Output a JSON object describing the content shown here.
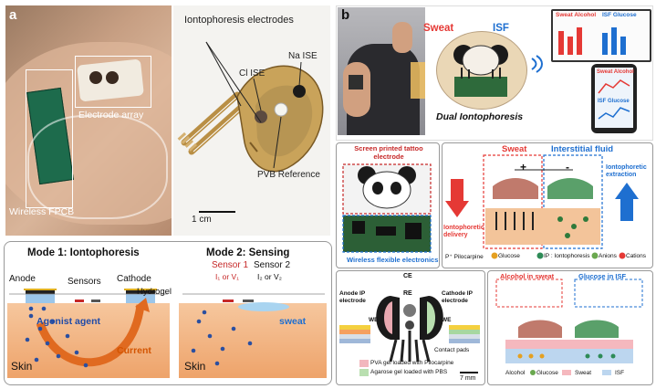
{
  "panel_a": {
    "letter": "a",
    "photo_labels": {
      "electrode_array": "Electrode array",
      "wireless_fpcb": "Wireless FPCB"
    },
    "electrodes": {
      "title": "Iontophoresis electrodes",
      "na_ise": "Na ISE",
      "cl_ise": "Cl ISE",
      "pvb_reference": "PVB Reference",
      "scale": "1 cm"
    },
    "modes": {
      "mode1_title": "Mode 1: Iontophoresis",
      "anode": "Anode",
      "sensors": "Sensors",
      "cathode": "Cathode",
      "hydrogel": "Hydrogel",
      "agonist": "Agonist agent",
      "current": "Current",
      "skin1": "Skin",
      "mode2_title": "Mode 2: Sensing",
      "sensor1": "Sensor 1",
      "sensor1_sub": "I₁ or V₁",
      "sensor2": "Sensor 2",
      "sensor2_sub": "I₂ or V₂",
      "sweat": "sweat",
      "skin2": "Skin"
    }
  },
  "panel_b": {
    "letter": "b",
    "top": {
      "sweat": "Sweat",
      "isf": "ISF",
      "dual": "Dual Iontophoresis",
      "chart1_left": "Sweat Alcohol",
      "chart1_right": "ISF Glucose",
      "phone_alcohol": "Sweat Alcohol",
      "phone_glucose": "ISF Glucose"
    },
    "tattoo": {
      "title": "Screen printed tattoo electrode",
      "bottom": "Wireless flexible electronics"
    },
    "fluids": {
      "sweat": "Sweat",
      "isf": "Interstitial fluid",
      "plus": "+",
      "minus": "-",
      "delivery": "Iontophoretic delivery",
      "extraction": "Iontophoretic extraction",
      "legend_p": "P⁺ Pilocarpine",
      "legend_g": "Glucose",
      "legend_ip": "IP : Iontophoresis",
      "legend_anion": "Anions",
      "legend_cation": "Cations"
    },
    "layout": {
      "ce": "CE",
      "re": "RE",
      "we_left": "WE",
      "we_right": "WE",
      "anode_ip": "Anode IP electrode",
      "cathode_ip": "Cathode IP electrode",
      "pads": "Contact pads",
      "pva": "PVA gel loaded with Pilocarpine",
      "agarose": "Agarose gel loaded with PBS",
      "scale": "7 mm"
    },
    "detect": {
      "alcohol_title": "Alcohol in sweat",
      "glucose_title": "Glucose in ISF",
      "legend_alcohol": "Alcohol",
      "legend_glucose": "Glucose",
      "legend_sweat": "Sweat",
      "legend_isf": "ISF"
    }
  },
  "colors": {
    "accent_red": "#e53935",
    "accent_blue": "#1e6fd0",
    "skin": "#f3c49a",
    "gold": "#c9a35a"
  }
}
